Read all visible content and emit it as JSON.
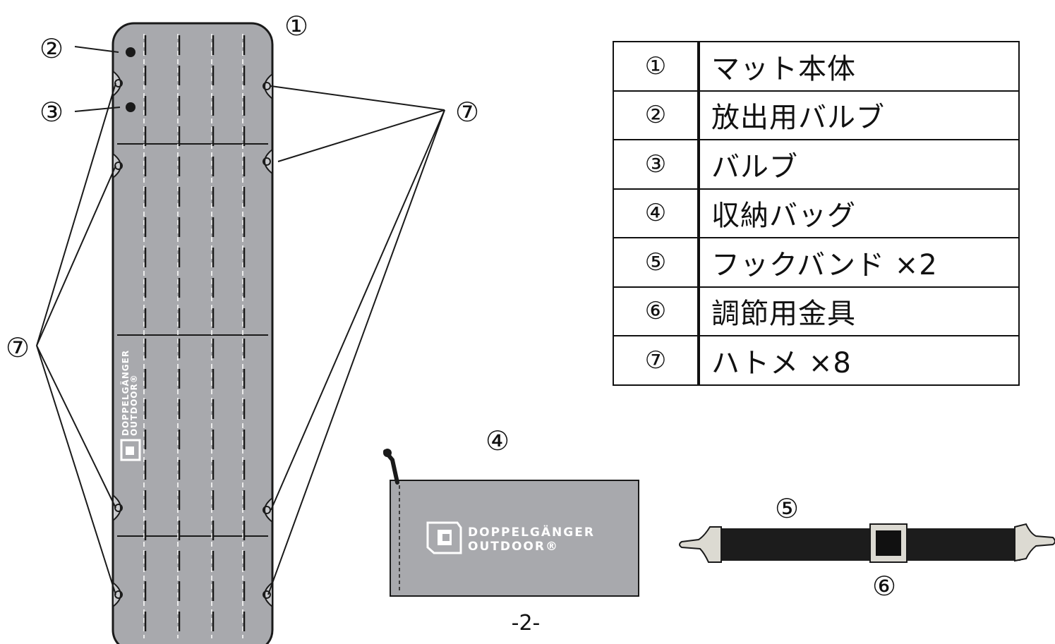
{
  "callouts": {
    "mat": "①",
    "release_valve": "②",
    "valve": "③",
    "storage_bag": "④",
    "hook_band": "⑤",
    "buckle": "⑥",
    "grommets": "⑦"
  },
  "parts_table": {
    "rows": [
      {
        "num": "①",
        "name": "マット本体"
      },
      {
        "num": "②",
        "name": "放出用バルブ"
      },
      {
        "num": "③",
        "name": "バルブ"
      },
      {
        "num": "④",
        "name": "収納バッグ"
      },
      {
        "num": "⑤",
        "name": "フックバンド ×2"
      },
      {
        "num": "⑥",
        "name": "調節用金具"
      },
      {
        "num": "⑦",
        "name": "ハトメ ×8"
      }
    ]
  },
  "brand": {
    "line1": "DOPPELGÄNGER",
    "line2": "OUTDOOR®"
  },
  "page_number": "-2-",
  "colors": {
    "product_gray": "#a8a9ad",
    "outline": "#1a1a1a",
    "band": "#1c1c1c",
    "tab": "#dcdad2"
  }
}
